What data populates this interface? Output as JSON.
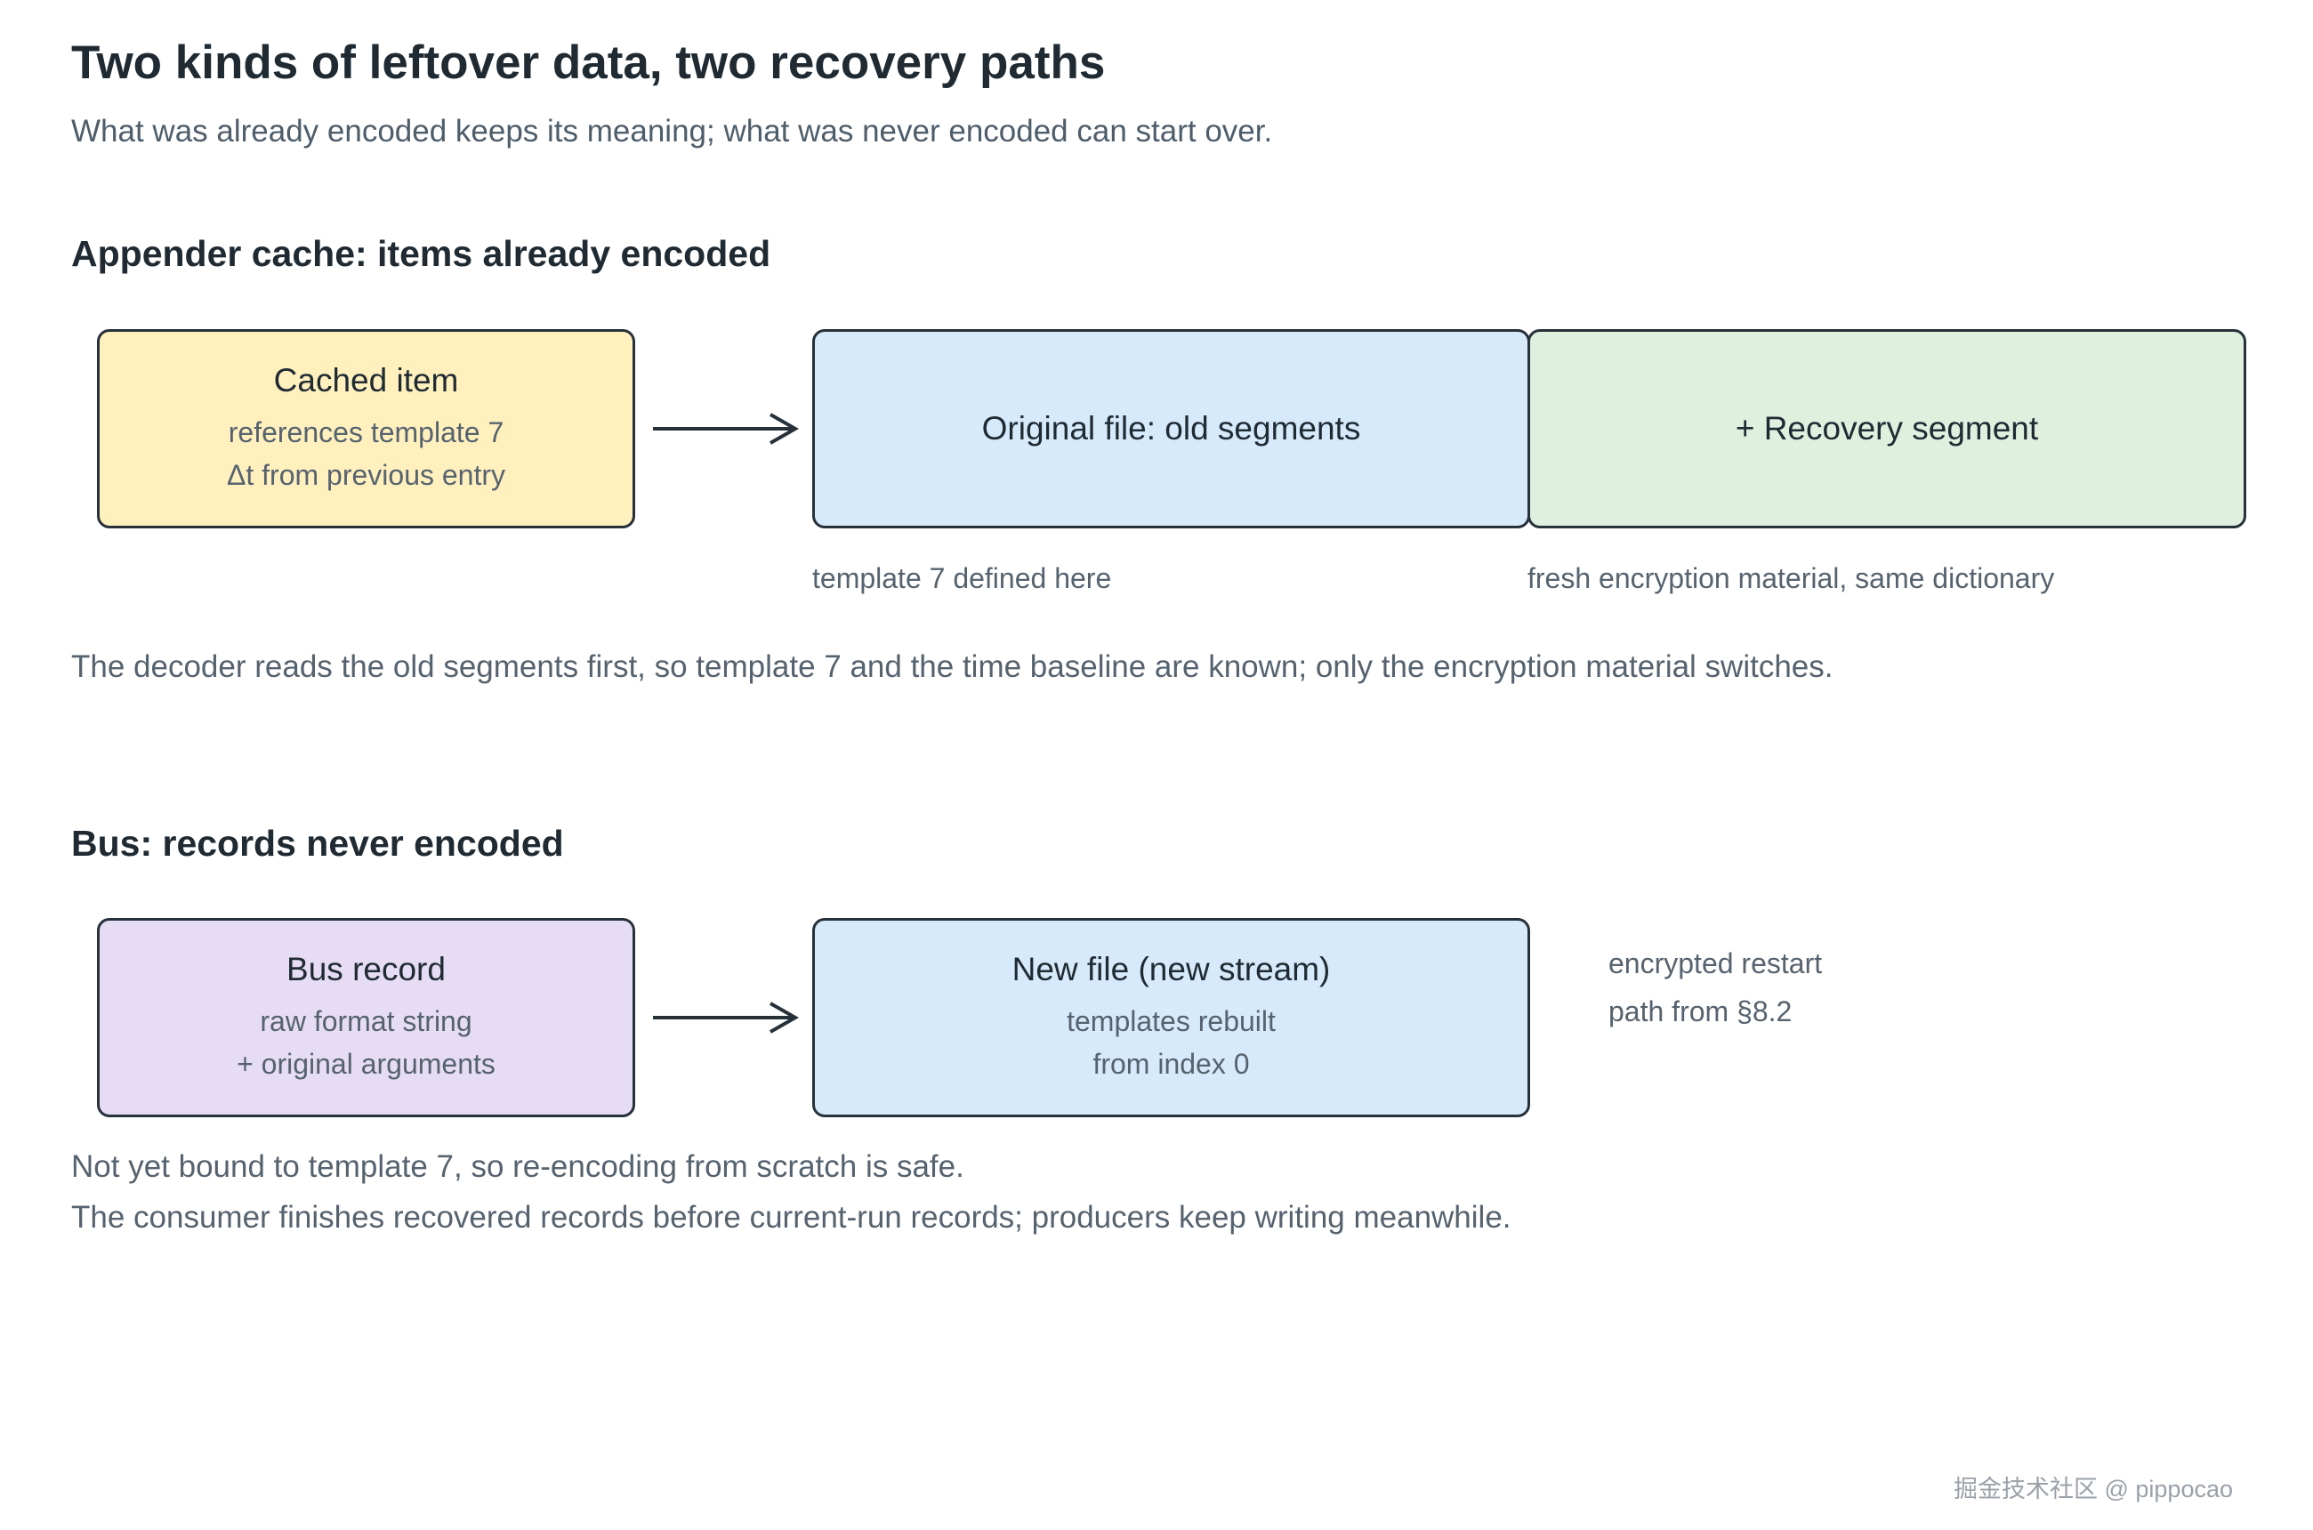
{
  "header": {
    "title": "Two kinds of leftover data, two recovery paths",
    "subtitle": "What was already encoded keeps its meaning; what was never encoded can start over."
  },
  "appender": {
    "section_title": "Appender cache: items already encoded",
    "cached_item": {
      "title": "Cached item",
      "lines": [
        "references template 7",
        "Δt from previous entry"
      ]
    },
    "original_file": {
      "title": "Original file: old segments",
      "caption": "template 7 defined here"
    },
    "recovery_segment": {
      "title": "+ Recovery segment",
      "caption": "fresh encryption material, same dictionary"
    },
    "note": "The decoder reads the old segments first, so template 7 and the time baseline are known; only the encryption material switches."
  },
  "bus": {
    "section_title": "Bus: records never encoded",
    "bus_record": {
      "title": "Bus record",
      "lines": [
        "raw format string",
        "+ original arguments"
      ]
    },
    "new_file": {
      "title": "New file (new stream)",
      "lines": [
        "templates rebuilt",
        "from index 0"
      ]
    },
    "side_note": [
      "encrypted restart",
      "path from §8.2"
    ],
    "notes": [
      "Not yet bound to template 7, so re-encoding from scratch is safe.",
      "The consumer finishes recovered records before current-run records; producers keep writing meanwhile."
    ]
  },
  "watermark": "掘金技术社区 @ pippocao",
  "colors": {
    "cached_item_fill": "#fff0bd",
    "file_fill": "#d6eafb",
    "recovery_fill": "#dff0df",
    "bus_record_fill": "#e7dcf5",
    "border": "#27313a"
  }
}
